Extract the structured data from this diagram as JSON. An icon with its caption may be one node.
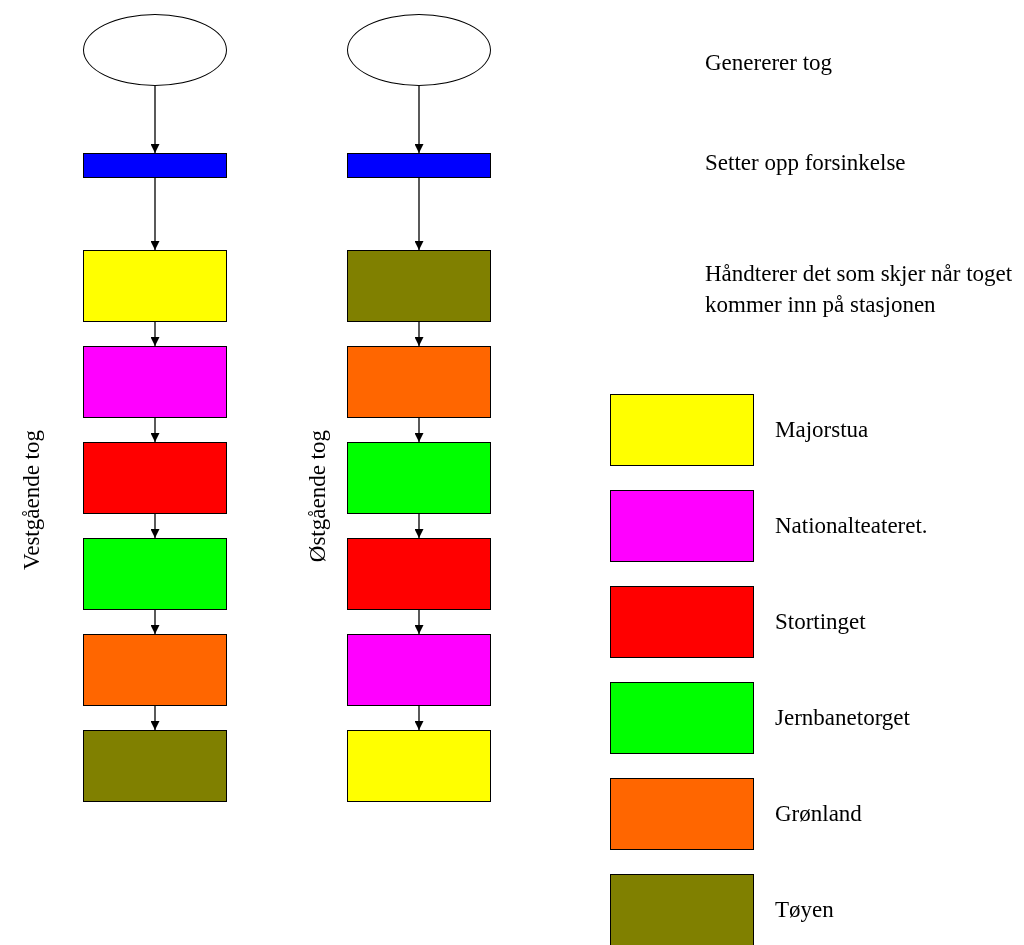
{
  "diagram": {
    "nodes": [
      {
        "text": [],
        "shape": "circle"
      },
      {
        "text": [],
        "shape": "bar"
      },
      {
        "text": [],
        "shape": "box"
      },
      {
        "text": [],
        "shape": "box"
      },
      {
        "text": [],
        "shape": "box"
      },
      {
        "text": [],
        "shape": "box"
      },
      {
        "text": [],
        "shape": "box"
      },
      {
        "text": [],
        "shape": "box"
      },
      {
        "text": [],
        "shape": "circle"
      },
      {
        "text": [],
        "shape": "bar"
      },
      {
        "text": [],
        "shape": "box"
      },
      {
        "text": [],
        "shape": "box"
      },
      {
        "text": [],
        "shape": "box"
      },
      {
        "text": [],
        "shape": "box"
      },
      {
        "text": [],
        "shape": "box"
      },
      {
        "text": [],
        "shape": "box"
      }
    ],
    "edges": [
      {
        "from": 0,
        "to": 1,
        "arrow": "to"
      },
      {
        "from": 1,
        "to": 2,
        "arrow": "to"
      },
      {
        "from": 2,
        "to": 3,
        "arrow": "to"
      },
      {
        "from": 3,
        "to": 4,
        "arrow": "to"
      },
      {
        "from": 4,
        "to": 5,
        "arrow": "to"
      },
      {
        "from": 5,
        "to": 6,
        "arrow": "to"
      },
      {
        "from": 6,
        "to": 7,
        "arrow": "to"
      },
      {
        "from": 8,
        "to": 9,
        "arrow": "to"
      },
      {
        "from": 9,
        "to": 10,
        "arrow": "to"
      },
      {
        "from": 10,
        "to": 11,
        "arrow": "to"
      },
      {
        "from": 11,
        "to": 12,
        "arrow": "to"
      },
      {
        "from": 12,
        "to": 13,
        "arrow": "to"
      },
      {
        "from": 13,
        "to": 14,
        "arrow": "to"
      },
      {
        "from": 14,
        "to": 15,
        "arrow": "to"
      }
    ],
    "labels": [
      "Genererer tog",
      "Setter opp forsinkelse",
      "Håndterer det som skjer når toget kommer inn på stasjonen",
      "Vestgående tog",
      "Østgående tog"
    ],
    "legend": [
      {
        "text": "Majorstua",
        "color": "#ffff00"
      },
      {
        "text": "Nationalteateret.",
        "color": "#ff00ff"
      },
      {
        "text": "Stortinget",
        "color": "#ff0000"
      },
      {
        "text": "Jernbanetorget",
        "color": "#00ff00"
      },
      {
        "text": "Grønland",
        "color": "#ff6600"
      },
      {
        "text": "Tøyen",
        "color": "#808000"
      }
    ]
  }
}
